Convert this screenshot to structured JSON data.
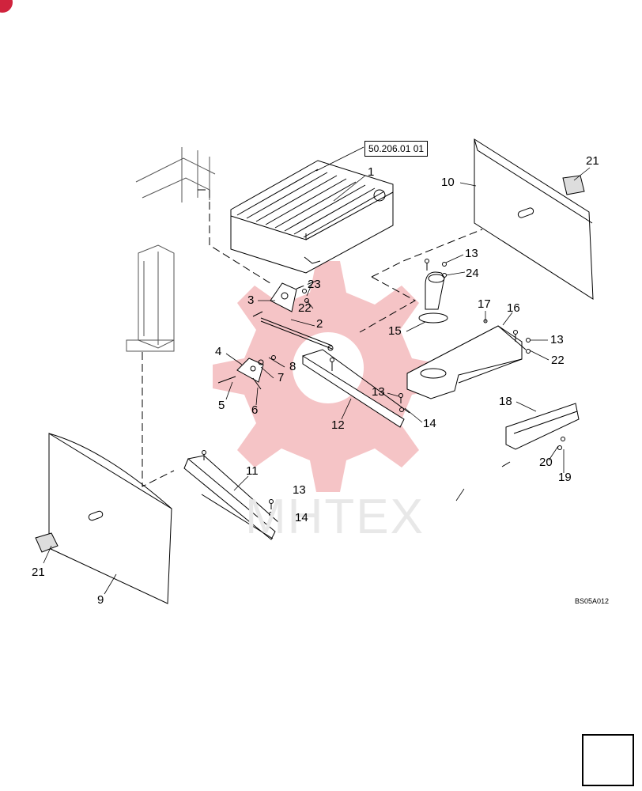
{
  "reference_code": "50.206.01 01",
  "drawing_code": "BS05A012",
  "watermark_text": "MHTEX",
  "accent_color": "#d0233d",
  "watermark_color": "#f2b0b3",
  "nav": {
    "icon": "arrow-icon"
  },
  "callouts": [
    {
      "id": "c1",
      "text": "1"
    },
    {
      "id": "c2",
      "text": "2"
    },
    {
      "id": "c3",
      "text": "3"
    },
    {
      "id": "c4",
      "text": "4"
    },
    {
      "id": "c5",
      "text": "5"
    },
    {
      "id": "c6",
      "text": "6"
    },
    {
      "id": "c7",
      "text": "7"
    },
    {
      "id": "c8",
      "text": "8"
    },
    {
      "id": "c9",
      "text": "9"
    },
    {
      "id": "c10",
      "text": "10"
    },
    {
      "id": "c11",
      "text": "11"
    },
    {
      "id": "c12",
      "text": "12"
    },
    {
      "id": "c13a",
      "text": "13"
    },
    {
      "id": "c13b",
      "text": "13"
    },
    {
      "id": "c13c",
      "text": "13"
    },
    {
      "id": "c13d",
      "text": "13"
    },
    {
      "id": "c14a",
      "text": "14"
    },
    {
      "id": "c14b",
      "text": "14"
    },
    {
      "id": "c15",
      "text": "15"
    },
    {
      "id": "c16",
      "text": "16"
    },
    {
      "id": "c17",
      "text": "17"
    },
    {
      "id": "c18",
      "text": "18"
    },
    {
      "id": "c19",
      "text": "19"
    },
    {
      "id": "c20",
      "text": "20"
    },
    {
      "id": "c21a",
      "text": "21"
    },
    {
      "id": "c21b",
      "text": "21"
    },
    {
      "id": "c22a",
      "text": "22"
    },
    {
      "id": "c22b",
      "text": "22"
    },
    {
      "id": "c23",
      "text": "23"
    },
    {
      "id": "c24",
      "text": "24"
    }
  ]
}
